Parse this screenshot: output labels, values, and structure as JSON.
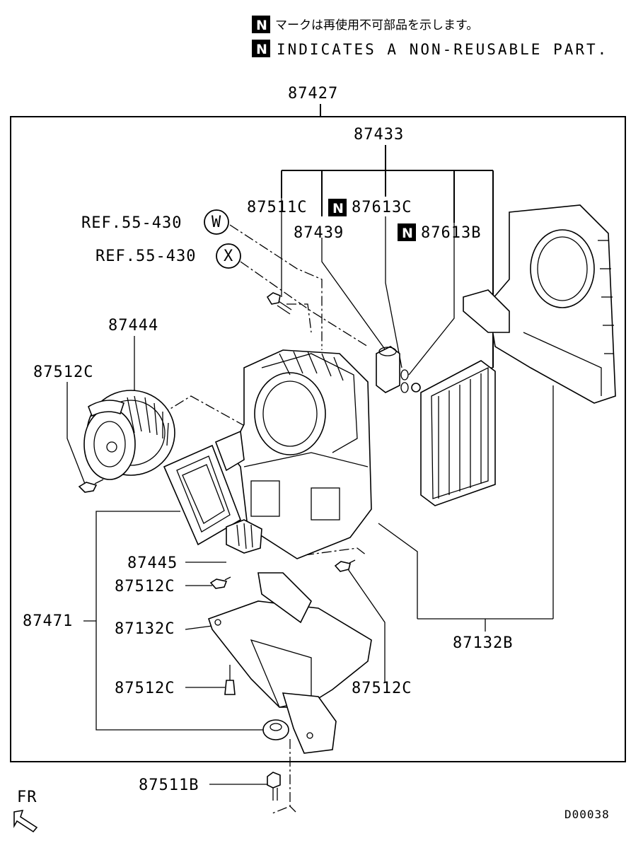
{
  "notes": {
    "badge": "N",
    "jp": "マークは再使用不可部品を示します。",
    "en": "INDICATES A NON-REUSABLE PART."
  },
  "labels": {
    "assembly": "87427",
    "kit": "87433",
    "p87511c": "87511C",
    "p87613c": "87613C",
    "p87439": "87439",
    "p87613b": "87613B",
    "ref_w": "REF.55-430",
    "ref_w_circle": "W",
    "ref_x": "REF.55-430",
    "ref_x_circle": "X",
    "p87444": "87444",
    "p87512c_motor": "87512C",
    "p87445": "87445",
    "p87512c_resistor": "87512C",
    "p87471": "87471",
    "p87132c": "87132C",
    "p87512c_lower": "87512C",
    "p87512c_right": "87512C",
    "p87132b": "87132B",
    "p87511b": "87511B"
  },
  "footer": {
    "direction": "FR",
    "code": "D00038"
  }
}
